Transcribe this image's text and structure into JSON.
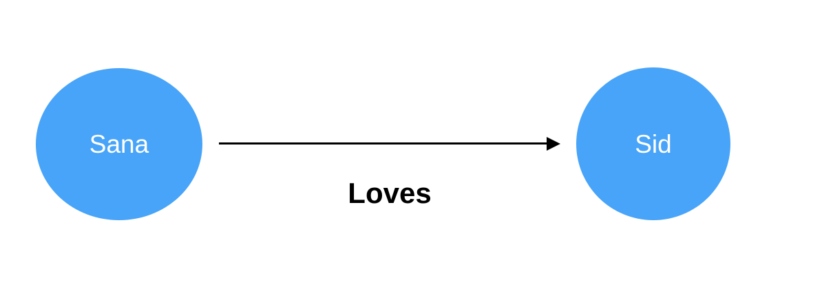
{
  "nodes": {
    "source": {
      "label": "Sana"
    },
    "target": {
      "label": "Sid"
    }
  },
  "edge": {
    "label": "Loves"
  },
  "colors": {
    "node_fill": "#48a4f8",
    "node_text": "#ffffff",
    "edge": "#000000",
    "background": "#ffffff"
  }
}
